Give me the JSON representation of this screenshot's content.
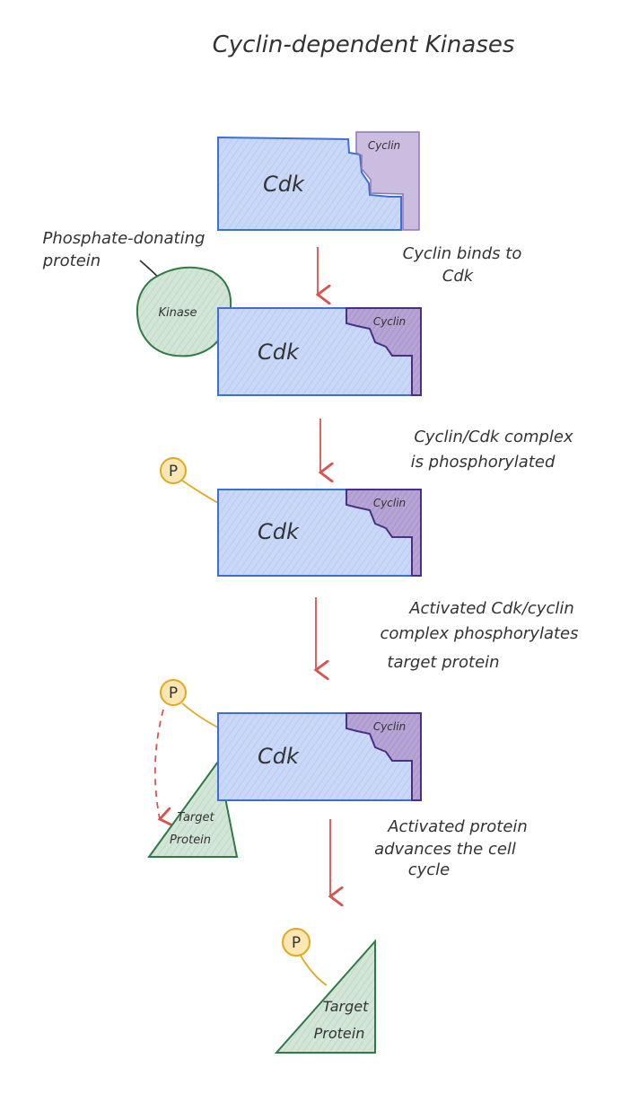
{
  "title": "Cyclin-dependent Kinases",
  "labels": {
    "cdk": "Cdk",
    "cyclin": "Cyclin",
    "kinase": "Kinase",
    "phosphate": "P",
    "target_line1": "Target",
    "target_line2": "Protein",
    "phosphate_donating_line1": "Phosphate-donating",
    "phosphate_donating_line2": "protein"
  },
  "steps": [
    {
      "line1": "Cyclin binds to",
      "line2": "Cdk"
    },
    {
      "line1": "Cyclin/Cdk complex",
      "line2": "is phosphorylated"
    },
    {
      "line1": "Activated Cdk/cyclin",
      "line2": "complex phosphorylates",
      "line3": "target protein"
    },
    {
      "line1": "Activated protein",
      "line2": "advances the cell",
      "line3": "cycle"
    }
  ],
  "colors": {
    "cdk_fill": "#c9d8f7",
    "cdk_stroke": "#3f6fd6",
    "cyclin_fill_light": "#cbbde0",
    "cyclin_fill": "#b6a4d4",
    "cyclin_stroke": "#4a2f86",
    "kinase_fill": "#d2e5d6",
    "kinase_stroke": "#2f7a45",
    "phosphate_fill": "#fbe7b3",
    "phosphate_stroke": "#e3a81f",
    "arrow": "#d9534f",
    "text": "#333333"
  }
}
